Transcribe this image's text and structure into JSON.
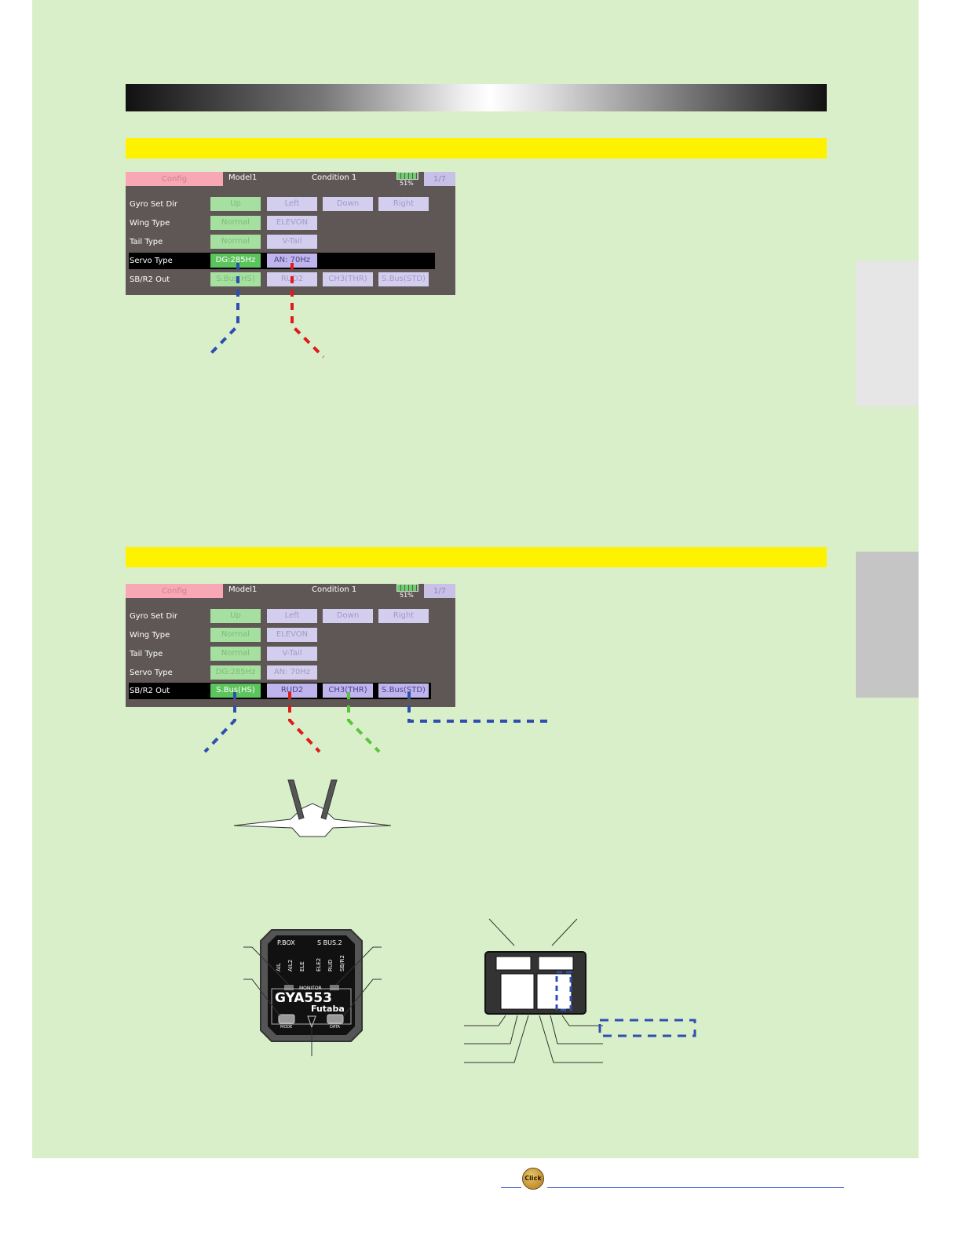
{
  "screens": [
    {
      "config_label": "Config",
      "model": "Model1",
      "condition": "Condition 1",
      "battery": "51%",
      "page": "1/7",
      "rows": [
        {
          "label": "Gyro Set Dir",
          "buttons": [
            "Up",
            "Left",
            "Down",
            "Right"
          ]
        },
        {
          "label": "Wing Type",
          "buttons": [
            "Normal",
            "ELEVON"
          ]
        },
        {
          "label": "Tail Type",
          "buttons": [
            "Normal",
            "V-Tail"
          ]
        },
        {
          "label": "Servo Type",
          "buttons": [
            "DG:285Hz",
            "AN: 70Hz"
          ]
        },
        {
          "label": "SB/R2 Out",
          "buttons": [
            "S.Bus(HS)",
            "RUD2",
            "CH3(THR)",
            "S.Bus(STD)"
          ]
        }
      ]
    },
    {
      "config_label": "Config",
      "model": "Model1",
      "condition": "Condition 1",
      "battery": "51%",
      "page": "1/7",
      "rows": [
        {
          "label": "Gyro Set Dir",
          "buttons": [
            "Up",
            "Left",
            "Down",
            "Right"
          ]
        },
        {
          "label": "Wing Type",
          "buttons": [
            "Normal",
            "ELEVON"
          ]
        },
        {
          "label": "Tail Type",
          "buttons": [
            "Normal",
            "V-Tail"
          ]
        },
        {
          "label": "Servo Type",
          "buttons": [
            "DG:285Hz",
            "AN: 70Hz"
          ]
        },
        {
          "label": "SB/R2 Out",
          "buttons": [
            "S.Bus(HS)",
            "RUD2",
            "CH3(THR)",
            "S.Bus(STD)"
          ]
        }
      ]
    }
  ],
  "gyro_unit": {
    "port_left": "P.BOX",
    "port_right": "S BUS.2",
    "channels": [
      "AIL",
      "AIL2",
      "ELE",
      "ELE2",
      "RUD",
      "SB/R2"
    ],
    "monitor": "MONITOR",
    "model_name": "GYA553",
    "brand": "Futaba",
    "mode_button": "MODE",
    "data_button": "DATA"
  },
  "footer": {
    "click_label": "Click"
  },
  "colors": {
    "page_background": "#d9efc9",
    "section_bar": "#fff200",
    "screen_background": "#5f5756",
    "blue_line": "#2f4fb0",
    "red_line": "#e01b1b",
    "green_line": "#5cc43c"
  }
}
